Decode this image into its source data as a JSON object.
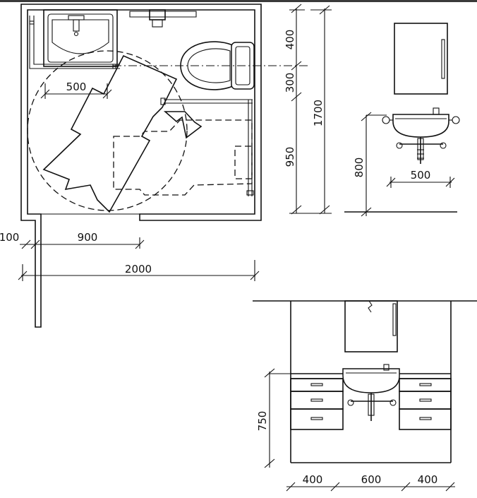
{
  "plan": {
    "dim_basin_width": "500",
    "dim_door_wall": "100",
    "dim_door_width": "900",
    "dim_total_width": "2000",
    "dim_toilet_zone": "400",
    "dim_gap_zone": "300",
    "dim_lower_zone": "950",
    "dim_total_depth": "1700"
  },
  "basin_elevation": {
    "dim_height": "800",
    "dim_width": "500"
  },
  "vanity_elevation": {
    "dim_height": "750",
    "dim_left_cabinet": "400",
    "dim_basin": "600",
    "dim_right_cabinet": "400"
  }
}
